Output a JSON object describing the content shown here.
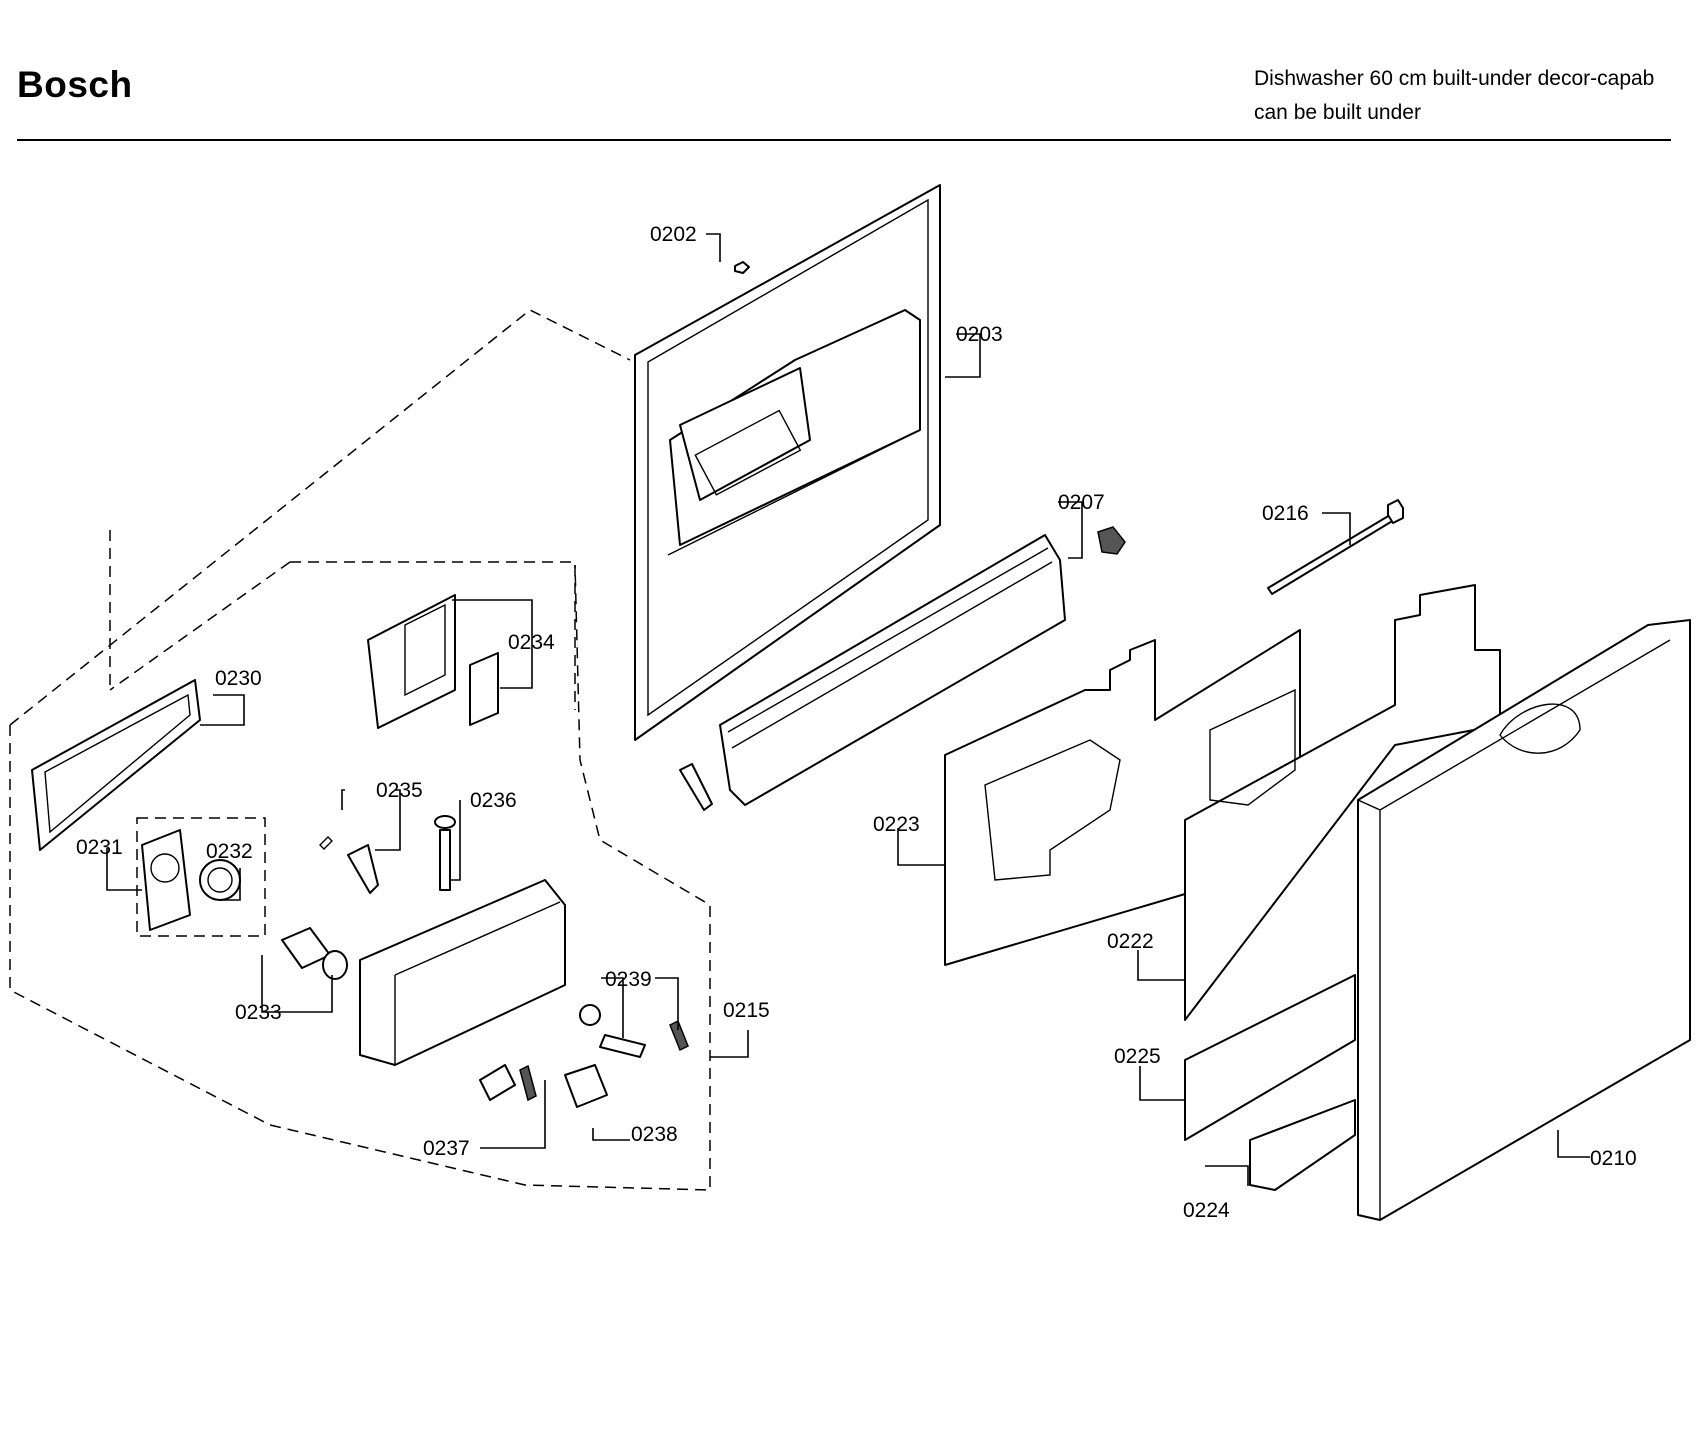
{
  "header": {
    "brand": "Bosch",
    "description_line1": "Dishwasher 60 cm built-under decor-capab",
    "description_line2": "can be built under"
  },
  "callouts": {
    "c0202": "0202",
    "c0203": "0203",
    "c0207": "0207",
    "c0216": "0216",
    "c0234": "0234",
    "c0230": "0230",
    "c0235": "0235",
    "c0236": "0236",
    "c0231": "0231",
    "c0232": "0232",
    "c0223": "0223",
    "c0233": "0233",
    "c0239": "0239",
    "c0215": "0215",
    "c0222": "0222",
    "c0225": "0225",
    "c0237": "0237",
    "c0238": "0238",
    "c0210": "0210",
    "c0224": "0224"
  }
}
